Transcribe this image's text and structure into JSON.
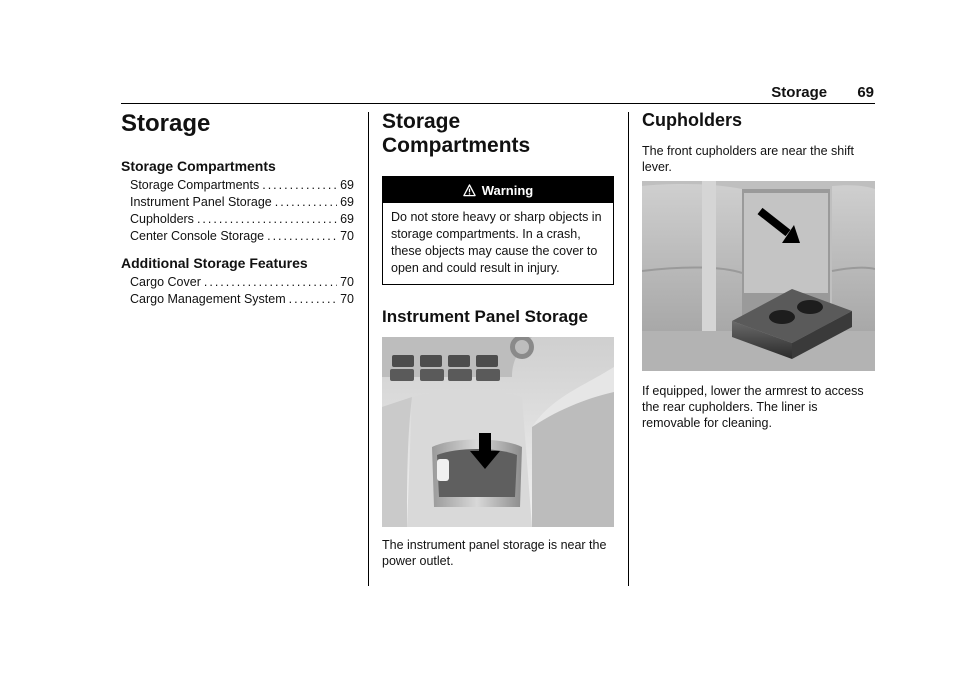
{
  "header": {
    "section": "Storage",
    "page_number": "69"
  },
  "col1": {
    "title": "Storage",
    "groups": [
      {
        "heading": "Storage Compartments",
        "items": [
          {
            "label": "Storage Compartments",
            "page": "69"
          },
          {
            "label": "Instrument Panel Storage",
            "page": "69"
          },
          {
            "label": "Cupholders",
            "page": "69"
          },
          {
            "label": "Center Console Storage",
            "page": "70"
          }
        ]
      },
      {
        "heading": "Additional Storage Features",
        "items": [
          {
            "label": "Cargo Cover",
            "page": "70"
          },
          {
            "label": "Cargo Management System",
            "page": "70"
          }
        ]
      }
    ]
  },
  "col2": {
    "title": "Storage Compartments",
    "warning": {
      "label": "Warning",
      "text": "Do not store heavy or sharp objects in storage compartments. In a crash, these objects may cause the cover to open and could result in injury."
    },
    "subtitle": "Instrument Panel Storage",
    "paragraph": "The instrument panel storage is near the power outlet."
  },
  "col3": {
    "title": "Cupholders",
    "paragraph1": "The front cupholders are near the shift lever.",
    "paragraph2": "If equipped, lower the armrest to access the rear cupholders. The liner is removable for cleaning."
  },
  "icons": {
    "warning": "warning-triangle-icon",
    "arrow": "arrow-down-icon"
  }
}
